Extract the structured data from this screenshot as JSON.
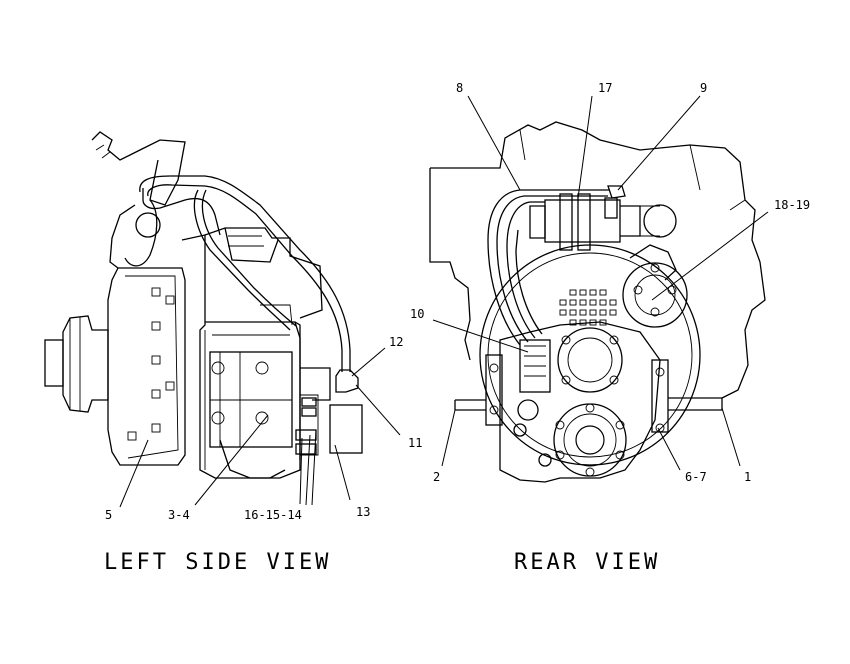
{
  "views": {
    "left": {
      "title": "LEFT SIDE VIEW"
    },
    "rear": {
      "title": "REAR VIEW"
    }
  },
  "callouts": {
    "c5": "5",
    "c3_4": "3-4",
    "c16_15_14": "16-15-14",
    "c13": "13",
    "c11": "11",
    "c12": "12",
    "c8": "8",
    "c17": "17",
    "c9": "9",
    "c18_19": "18-19",
    "c10": "10",
    "c2": "2",
    "c6_7": "6-7",
    "c1": "1"
  }
}
